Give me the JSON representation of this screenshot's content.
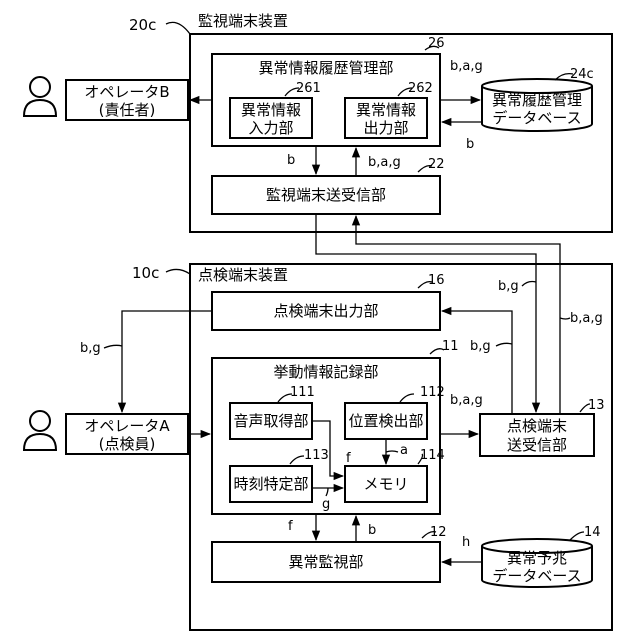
{
  "monitor": {
    "ref": "20c",
    "title": "監視端末装置",
    "history_unit": {
      "ref": "26",
      "label": "異常情報履歴管理部"
    },
    "input_unit": {
      "ref": "261",
      "line1": "異常情報",
      "line2": "入力部"
    },
    "output_unit": {
      "ref": "262",
      "line1": "異常情報",
      "line2": "出力部"
    },
    "history_db": {
      "ref": "24c",
      "line1": "異常履歴管理",
      "line2": "データベース"
    },
    "comm_unit": {
      "ref": "22",
      "label": "監視端末送受信部"
    }
  },
  "inspect": {
    "ref": "10c",
    "title": "点検端末装置",
    "output_unit": {
      "ref": "16",
      "label": "点検端末出力部"
    },
    "record_unit": {
      "ref": "11",
      "label": "挙動情報記録部"
    },
    "voice_unit": {
      "ref": "111",
      "label": "音声取得部"
    },
    "position_unit": {
      "ref": "112",
      "label": "位置検出部"
    },
    "time_unit": {
      "ref": "113",
      "label": "時刻特定部"
    },
    "memory": {
      "ref": "114",
      "label": "メモリ"
    },
    "comm_unit": {
      "ref": "13",
      "line1": "点検端末",
      "line2": "送受信部"
    },
    "anomaly_unit": {
      "ref": "12",
      "label": "異常監視部"
    },
    "sign_db": {
      "ref": "14",
      "line1": "異常予兆",
      "line2": "データベース"
    }
  },
  "operator_b": {
    "line1": "オペレータB",
    "line2": "(責任者)"
  },
  "operator_a": {
    "line1": "オペレータA",
    "line2": "(点検員)"
  },
  "signals": {
    "bag_db_out": "b,a,g",
    "b_db_in": "b",
    "b_down": "b",
    "bag_up": "b,a,g",
    "bg_top": "b,g",
    "bg_left": "b,g",
    "bag_right": "b,a,g",
    "bg_mid": "b,g",
    "bag_rec_out": "b,a,g",
    "f_voice": "f",
    "a_pos": "a",
    "g_time": "g",
    "f_down": "f",
    "b_up": "b",
    "h_db": "h"
  }
}
